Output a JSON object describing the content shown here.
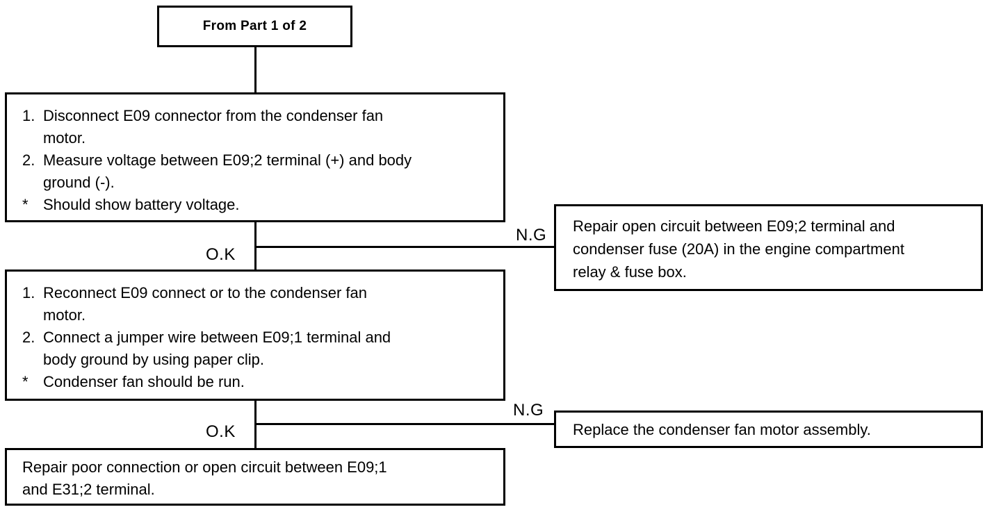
{
  "colors": {
    "ink": "#000000",
    "background": "#ffffff"
  },
  "flowchart": {
    "title_box": {
      "label": "From Part 1 of 2"
    },
    "step1": {
      "items": [
        {
          "marker": "1.",
          "lines": [
            "Disconnect E09 connector from the condenser fan",
            "motor."
          ]
        },
        {
          "marker": "2.",
          "lines": [
            "Measure voltage between E09;2 terminal (+) and body",
            "ground (-)."
          ]
        },
        {
          "marker": "*",
          "lines": [
            "Should show battery voltage."
          ]
        }
      ]
    },
    "branch1": {
      "ok_label": "O.K",
      "ng_label": "N.G",
      "ng_result_lines": [
        "Repair open circuit between E09;2 terminal and",
        "condenser fuse (20A) in the engine compartment",
        "relay & fuse box."
      ]
    },
    "step2": {
      "items": [
        {
          "marker": "1.",
          "lines": [
            "Reconnect E09 connect or to the condenser fan",
            "motor."
          ]
        },
        {
          "marker": "2.",
          "lines": [
            "Connect a jumper wire between E09;1 terminal and",
            "body ground by using paper clip."
          ]
        },
        {
          "marker": "*",
          "lines": [
            "Condenser fan should be run."
          ]
        }
      ]
    },
    "branch2": {
      "ok_label": "O.K",
      "ng_label": "N.G",
      "ng_result_lines": [
        "Replace the condenser fan motor assembly."
      ]
    },
    "final_box": {
      "lines": [
        "Repair poor connection or open circuit between E09;1",
        "and E31;2 terminal."
      ]
    }
  }
}
